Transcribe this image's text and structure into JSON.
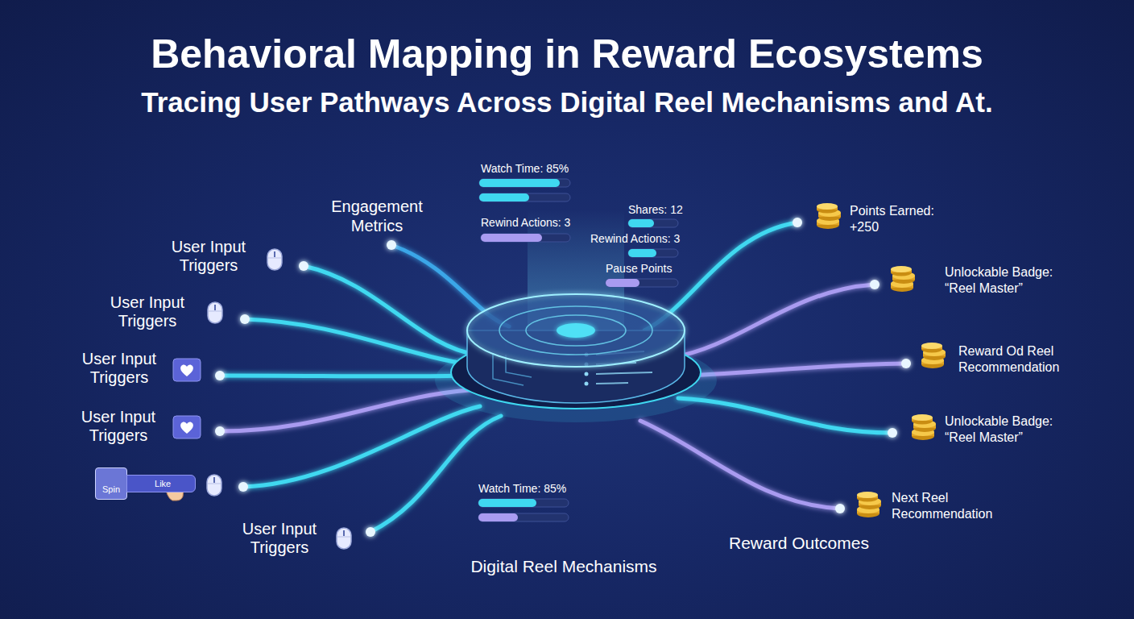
{
  "diagram": {
    "title": "Behavioral Mapping in Reward Ecosystems",
    "nodes": [
      {
        "text": [
          "Spin",
          "Like"
        ]
      }
    ],
    "labels": [
      "Tracing User Pathways Across Digital Reel Mechanisms and At.",
      "Watch Time: 85%",
      "Engagement Metrics",
      "Shares: 12",
      "Points Earned: +250",
      "Rewind Actions: 3",
      "Rewind Actions: 3",
      "User Input Triggers",
      "Pause Points",
      "Unlockable Badge: “Reel Master”",
      "User Input Triggers",
      "Reward Od Reel Recommendation",
      "User Input Triggers",
      "User Input Triggers",
      "Unlockable Badge: “Reel Master”",
      "Watch Time: 85%",
      "Next Reel Recommendation",
      "User Input Triggers",
      "Reward Outcomes",
      "Digital Reel Mechanisms"
    ]
  }
}
